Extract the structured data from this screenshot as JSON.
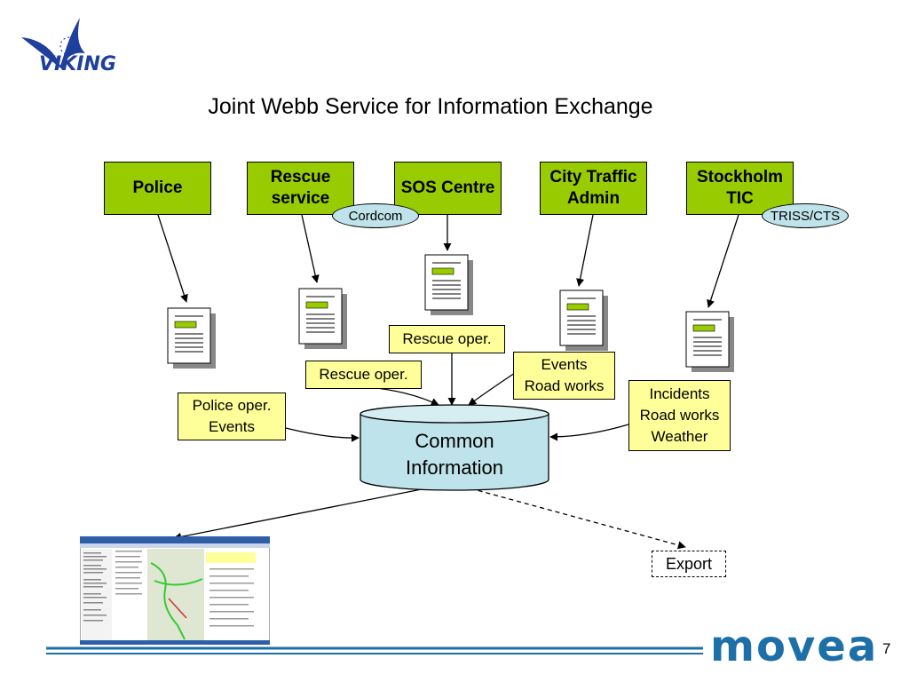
{
  "logo": {
    "brand": "VIKING",
    "footer_brand": "movea"
  },
  "title": "Joint Webb Service for Information Exchange",
  "sources": [
    {
      "id": "police",
      "label": "Police"
    },
    {
      "id": "rescue",
      "label": "Rescue service"
    },
    {
      "id": "sos",
      "label": "SOS Centre"
    },
    {
      "id": "city",
      "label": "City Traffic Admin"
    },
    {
      "id": "stockholm",
      "label": "Stockholm TIC"
    }
  ],
  "tags": [
    {
      "id": "cordcom",
      "label": "Cordcom"
    },
    {
      "id": "triss",
      "label": "TRISS/CTS"
    }
  ],
  "notes": {
    "police": [
      "Police oper.",
      "Events"
    ],
    "rescue": [
      "Rescue oper."
    ],
    "sos": [
      "Rescue oper."
    ],
    "city": [
      "Events",
      "Road works"
    ],
    "stockholm": [
      "Incidents",
      "Road works",
      "Weather"
    ]
  },
  "common": [
    "Common",
    "Information"
  ],
  "export": "Export",
  "page_number": "7",
  "colors": {
    "source": "#99cc00",
    "note": "#ffff99",
    "database": "#bfe3ea",
    "brand": "#1d6fa8"
  }
}
